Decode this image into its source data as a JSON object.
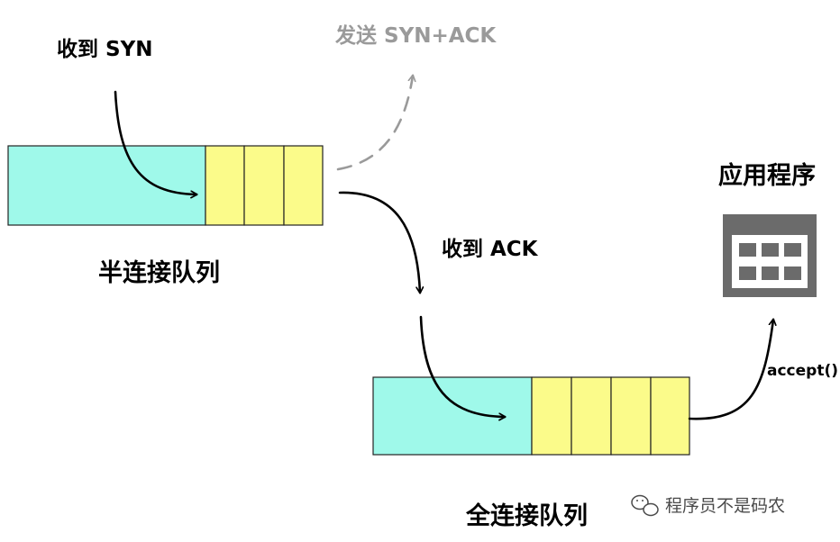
{
  "labels": {
    "recv_syn": "收到 SYN",
    "send_synack": "发送 SYN+ACK",
    "recv_ack": "收到 ACK",
    "half_queue": "半连接队列",
    "full_queue": "全连接队列",
    "app": "应用程序",
    "accept": "accept()",
    "watermark": "程序员不是码农"
  },
  "colors": {
    "filled": "#9ff9ea",
    "slot": "#fbfb8a",
    "arrow": "#000000",
    "arrow_faded": "#9a9a9a",
    "send_text": "#9a9a9a",
    "app_icon": "#6b6b6b",
    "watermark": "#4a4a4a"
  },
  "icons": {
    "app": "application-window-icon",
    "watermark": "wechat-icon"
  }
}
